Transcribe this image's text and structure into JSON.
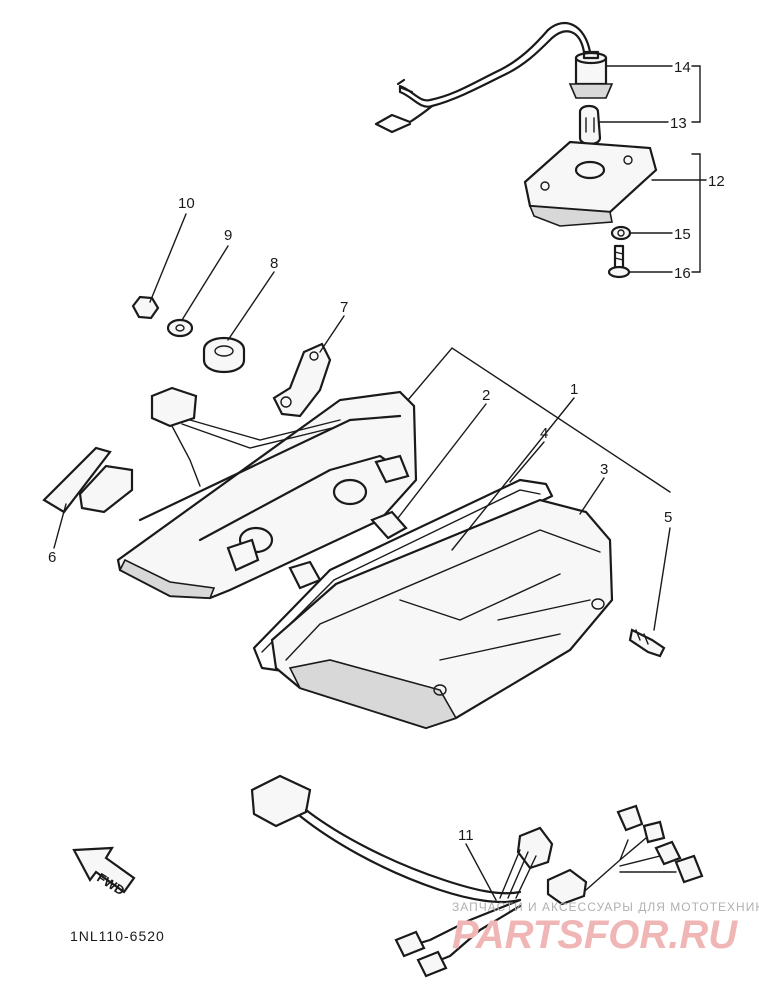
{
  "diagram": {
    "part_code": "1NL110-6520",
    "forward_label": "FWD",
    "callouts": [
      {
        "id": "1",
        "label": "1"
      },
      {
        "id": "2",
        "label": "2"
      },
      {
        "id": "3",
        "label": "3"
      },
      {
        "id": "4",
        "label": "4"
      },
      {
        "id": "5",
        "label": "5"
      },
      {
        "id": "6",
        "label": "6"
      },
      {
        "id": "7",
        "label": "7"
      },
      {
        "id": "8",
        "label": "8"
      },
      {
        "id": "9",
        "label": "9"
      },
      {
        "id": "10",
        "label": "10"
      },
      {
        "id": "11",
        "label": "11"
      },
      {
        "id": "12",
        "label": "12"
      },
      {
        "id": "13",
        "label": "13"
      },
      {
        "id": "14",
        "label": "14"
      },
      {
        "id": "15",
        "label": "15"
      },
      {
        "id": "16",
        "label": "16"
      }
    ]
  },
  "watermark": {
    "tagline": "ЗАПЧАСТИ И АКСЕССУАРЫ ДЛЯ МОТОТЕХНИКИ",
    "brand": "PARTSFOR.RU"
  }
}
